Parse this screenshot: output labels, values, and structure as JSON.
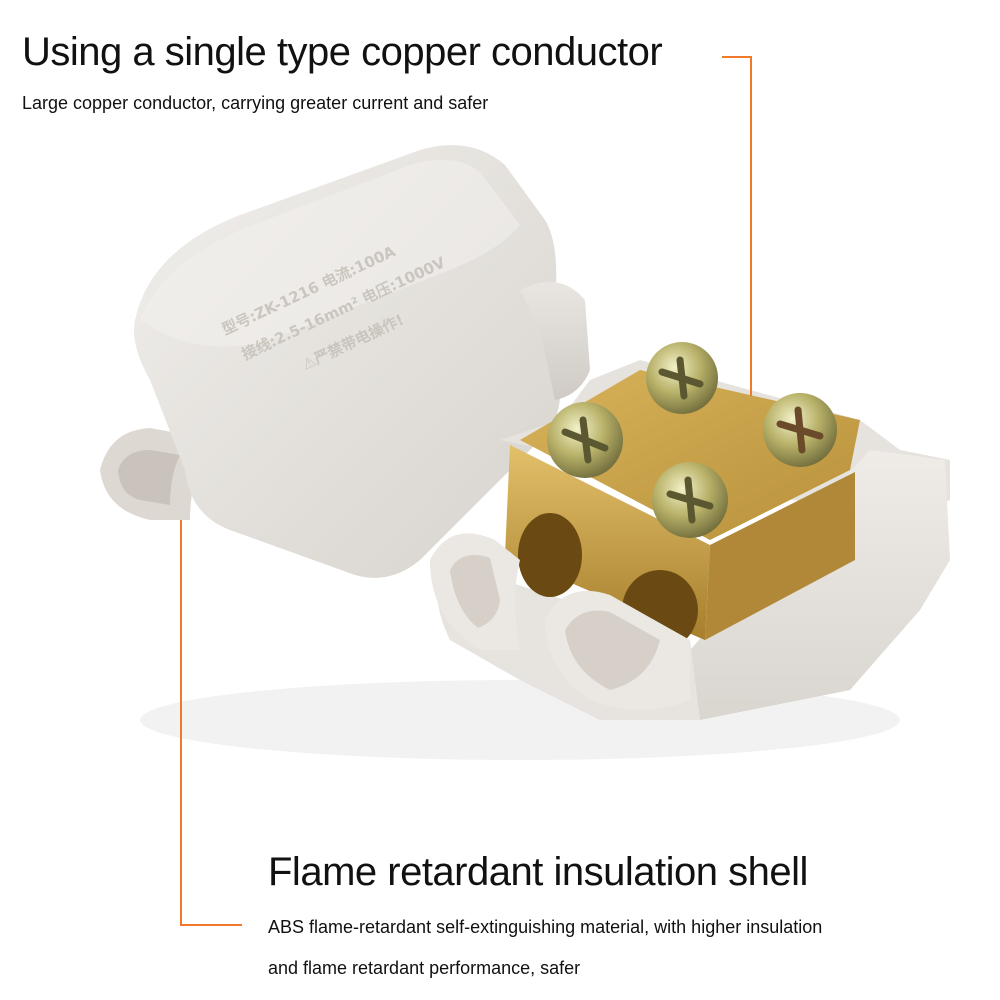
{
  "top_feature": {
    "title": "Using a single type copper conductor",
    "description": "Large copper conductor, carrying greater current and safer"
  },
  "bottom_feature": {
    "title": "Flame retardant insulation shell",
    "description_line1": "ABS flame-retardant self-extinguishing material, with higher insulation",
    "description_line2": "and flame retardant performance, safer"
  },
  "product_label": {
    "line1": "型号:ZK-1216  电流:100A",
    "line2": "接线:2.5-16mm²  电压:1000V",
    "line3": "⚠严禁带电操作!"
  },
  "colors": {
    "accent": "#f07a2a",
    "shell": "#e4e1dc",
    "copper": "#c9a24a"
  }
}
